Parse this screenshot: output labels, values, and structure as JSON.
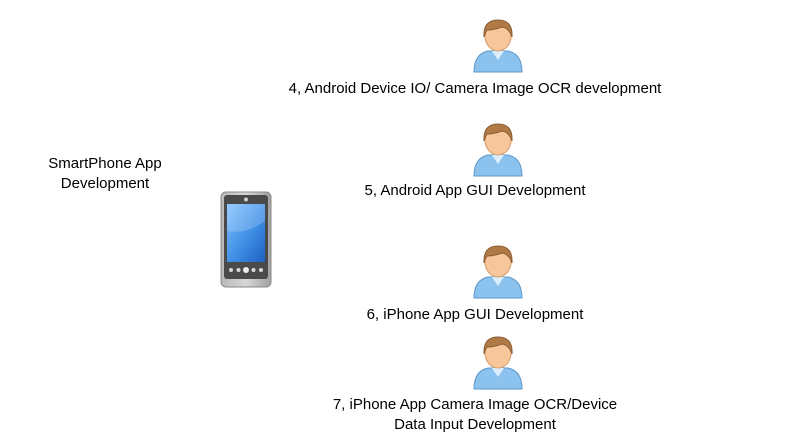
{
  "title": {
    "line1": "SmartPhone App",
    "line2": "Development"
  },
  "icons": {
    "device": "smartphone-icon",
    "person": "person-icon"
  },
  "colors": {
    "skin": "#f7c69a",
    "hair": "#b07a47",
    "shirt": "#8cc2ee",
    "phone_body": "#9a9a9a",
    "phone_screen": "#3f8fe6"
  },
  "people": [
    {
      "label": "4, Android Device IO/ Camera Image OCR development"
    },
    {
      "label": "5, Android App GUI Development"
    },
    {
      "label": "6, iPhone App GUI Development"
    },
    {
      "label_line1": "7, iPhone App Camera Image OCR/Device",
      "label_line2": "Data Input Development"
    }
  ]
}
